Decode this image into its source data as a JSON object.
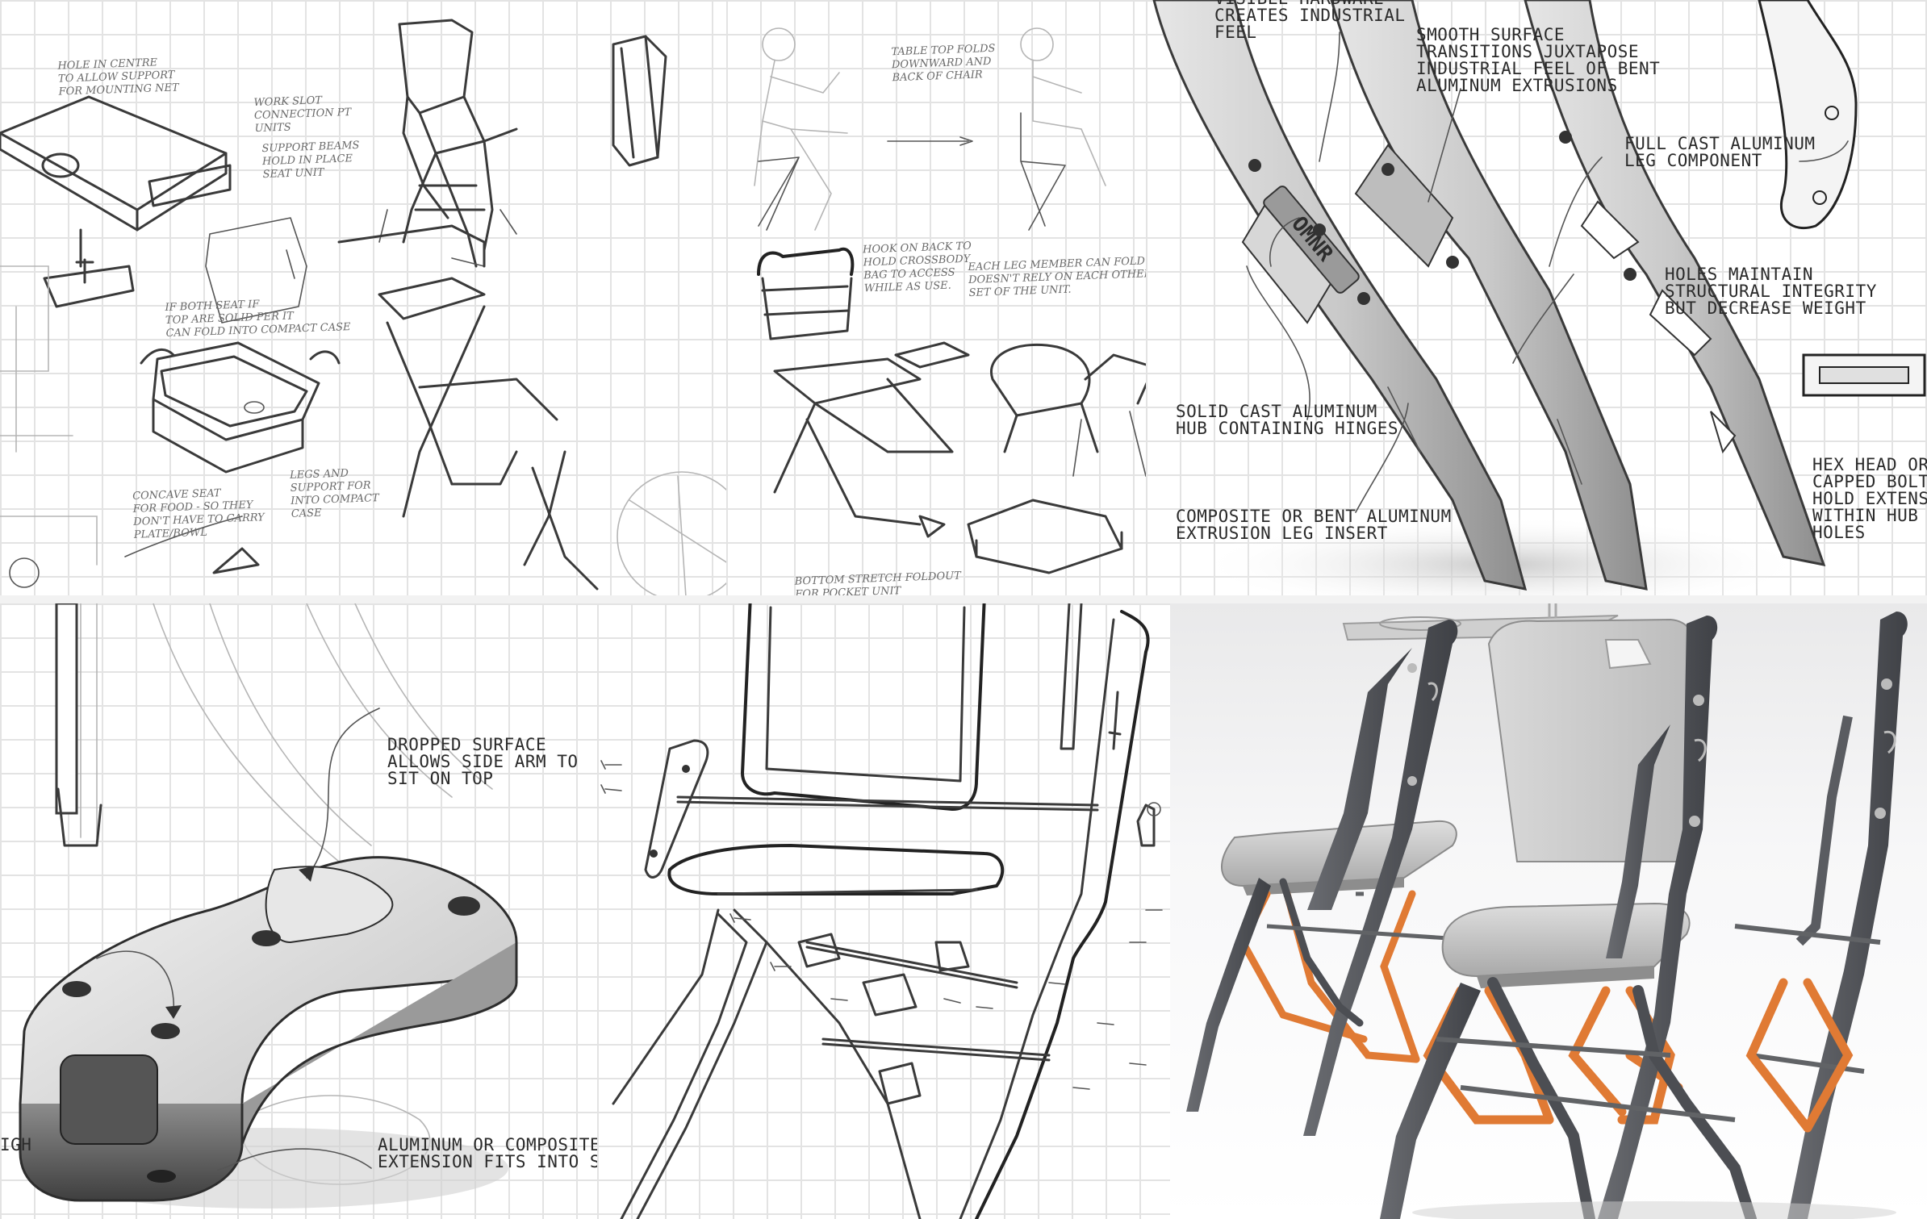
{
  "sketch_notes": {
    "hole_note": "HOLE IN CENTRE\nTO ALLOW SUPPORT\nFOR MOUNTING NET",
    "work_slot": "WORK SLOT\nCONNECTION PT\nUNITS",
    "support_beams": "SUPPORT BEAMS\nHOLD IN PLACE\nSEAT UNIT",
    "both_seat": "IF BOTH SEAT IF\nTOP ARE SOLID PER IT\nCAN FOLD INTO COMPACT CASE",
    "concave_seat": "CONCAVE SEAT\nFOR FOOD - SO THEY\nDON'T HAVE TO CARRY\nPLATE/BOWL",
    "legs_support": "LEGS AND\nSUPPORT FOR\nINTO COMPACT\nCASE",
    "table_top": "TABLE TOP FOLDS\nDOWNWARD AND\nBACK OF CHAIR",
    "hook_back": "HOOK ON BACK TO\nHOLD CROSSBODY\nBAG TO ACCESS\nWHILE AS USE.",
    "each_leg": "EACH LEG MEMBER CAN FOLD PER UNIT.\nDOESN'T RELY ON EACH OTHER FOR HOLDING A\nSET OF THE UNIT.",
    "bottom_note": "BOTTOM STRETCH FOLDOUT\nFOR POCKET UNIT"
  },
  "callouts": {
    "visible_hardware": "VISIBLE HARDWARE\nCREATES INDUSTRIAL\nFEEL",
    "smooth_surface": "SMOOTH SURFACE\nTRANSITIONS JUXTAPOSE\nINDUSTRIAL FEEL OF BENT\nALUMINUM EXTRUSIONS",
    "full_cast": "FULL CAST ALUMINUM\nLEG COMPONENT",
    "holes_maintain": "HOLES MAINTAIN\nSTRUCTURAL INTEGRITY\nBUT DECREASE WEIGHT",
    "solid_cast": "SOLID CAST ALUMINUM\nHUB CONTAINING HINGES",
    "composite": "COMPOSITE OR BENT ALUMINUM\nEXTRUSION LEG INSERT",
    "hex_head": "HEX HEAD OR\nCAPPED BOLTS\nHOLD EXTENSIO\nWITHIN HUB THR\nHOLES",
    "dropped_surface": "DROPPED SURFACE\nALLOWS SIDE ARM TO\nSIT ON TOP",
    "aluminum_extension": "ALUMINUM OR COMPOSITE\nEXTENSION FITS INTO SLOT",
    "left_fragment": "IGH"
  },
  "brand_mark": "OMNR",
  "colors": {
    "grid_line": "#e3e3e3",
    "sketch_ink": "#3a3a3a",
    "frame_gray": "#55575c",
    "seat_gray": "#c9c9c9",
    "accent_orange": "#e07a34"
  }
}
